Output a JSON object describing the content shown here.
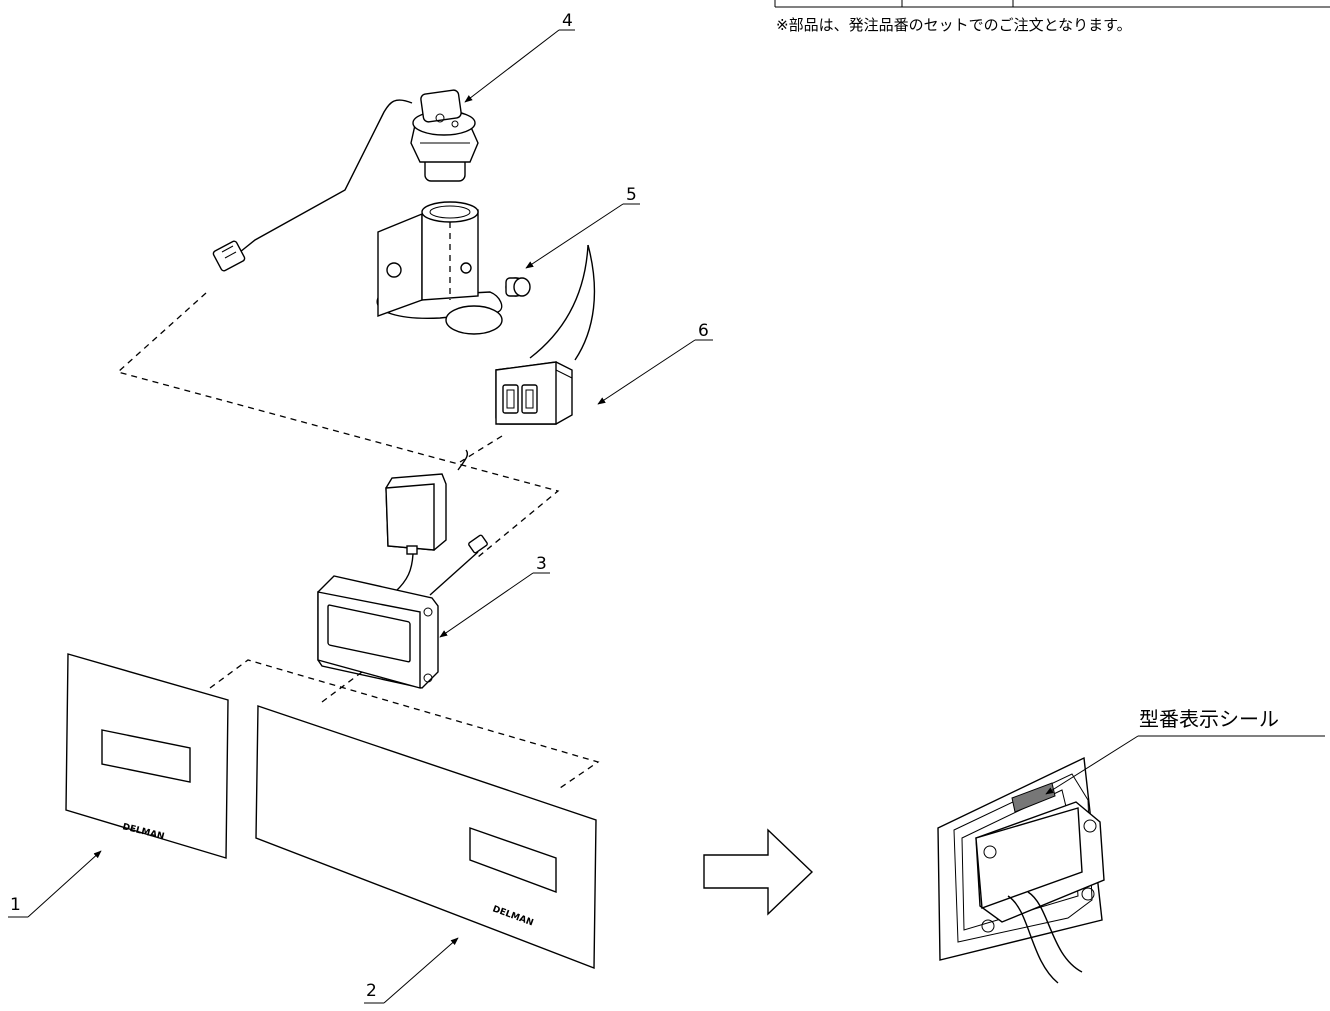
{
  "note": "※部品は、発注品番のセットでのご注文となります。",
  "callouts": {
    "c1": "1",
    "c2": "2",
    "c3": "3",
    "c4": "4",
    "c5": "5",
    "c6": "6"
  },
  "brand_logo": "DELMAN",
  "sticker_label": "型番表示シール",
  "colors": {
    "line": "#000000",
    "sticker": "#777777",
    "background": "#ffffff"
  }
}
